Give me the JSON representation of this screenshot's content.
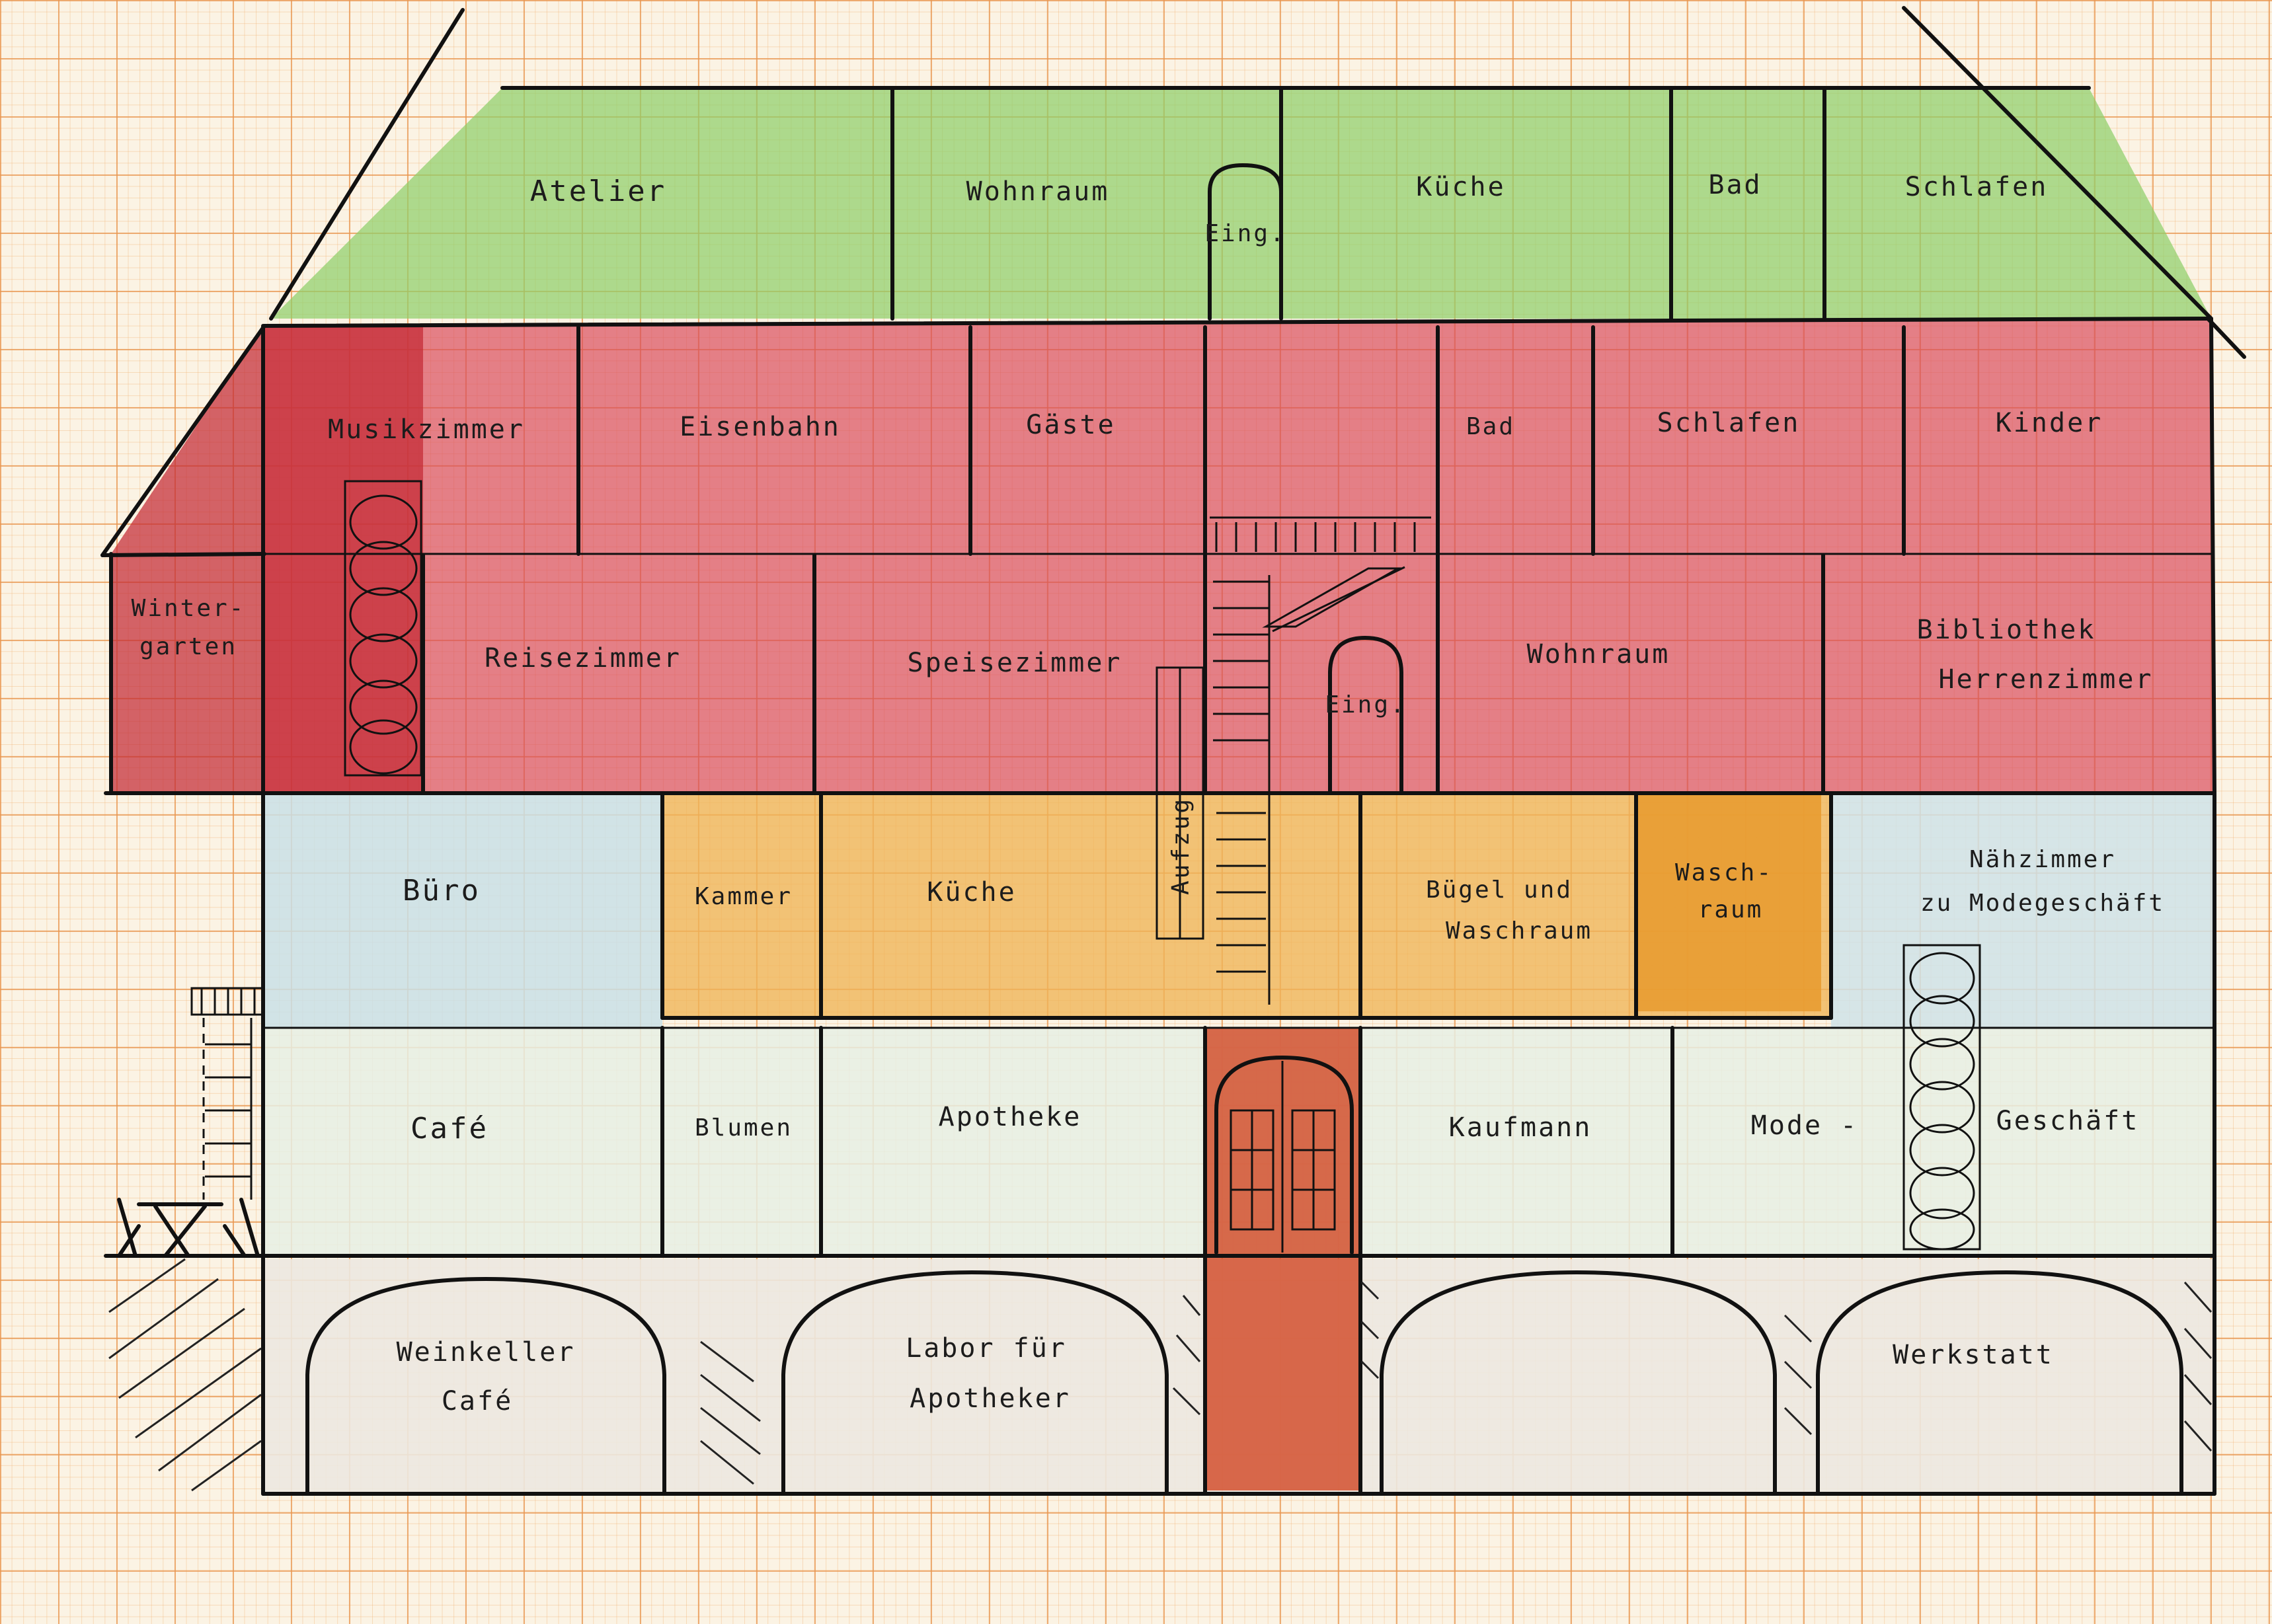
{
  "attic": {
    "atelier": "Atelier",
    "wohnraum": "Wohnraum",
    "eingang": "Eing.",
    "kueche": "Küche",
    "bad": "Bad",
    "schlafen": "Schlafen"
  },
  "upper_floor": {
    "musikzimmer": "Musikzimmer",
    "eisenbahn": "Eisenbahn",
    "gaeste": "Gäste",
    "bad": "Bad",
    "schlafen": "Schlafen",
    "kinder": "Kinder",
    "wintergarten_line1": "Winter-",
    "wintergarten_line2": "garten",
    "reisezimmer": "Reisezimmer",
    "speisezimmer": "Speisezimmer",
    "eingang": "Eing.",
    "wohnraum": "Wohnraum",
    "bibliothek_line1": "Bibliothek",
    "bibliothek_line2": "Herrenzimmer"
  },
  "middle_floor": {
    "buero": "Büro",
    "kammer": "Kammer",
    "kueche": "Küche",
    "aufzug": "Aufzug",
    "buegel_line1": "Bügel und",
    "buegel_line2": "Waschraum",
    "wasch_line1": "Wasch-",
    "wasch_line2": "raum",
    "nah_line1": "Nähzimmer",
    "nah_line2": "zu Modegeschäft"
  },
  "ground_floor": {
    "cafe": "Café",
    "blumen": "Blumen",
    "apotheke": "Apotheke",
    "kaufmann": "Kaufmann",
    "mode": "Mode -",
    "geschaeft": "Geschäft"
  },
  "basement": {
    "weinkeller_line1": "Weinkeller",
    "weinkeller_line2": "Café",
    "labor_line1": "Labor für",
    "labor_line2": "Apotheker",
    "werkstatt": "Werkstatt"
  },
  "colors": {
    "attic": "#8fcf6a",
    "upper": "#d8485a",
    "upper_left": "#c42a35",
    "middle_left": "#c9dfe6",
    "middle_orange": "#f0b456",
    "wasch": "#e89a2e",
    "ground": "#e6eee4",
    "stair": "#d24a28",
    "basement": "#ece8e0"
  }
}
